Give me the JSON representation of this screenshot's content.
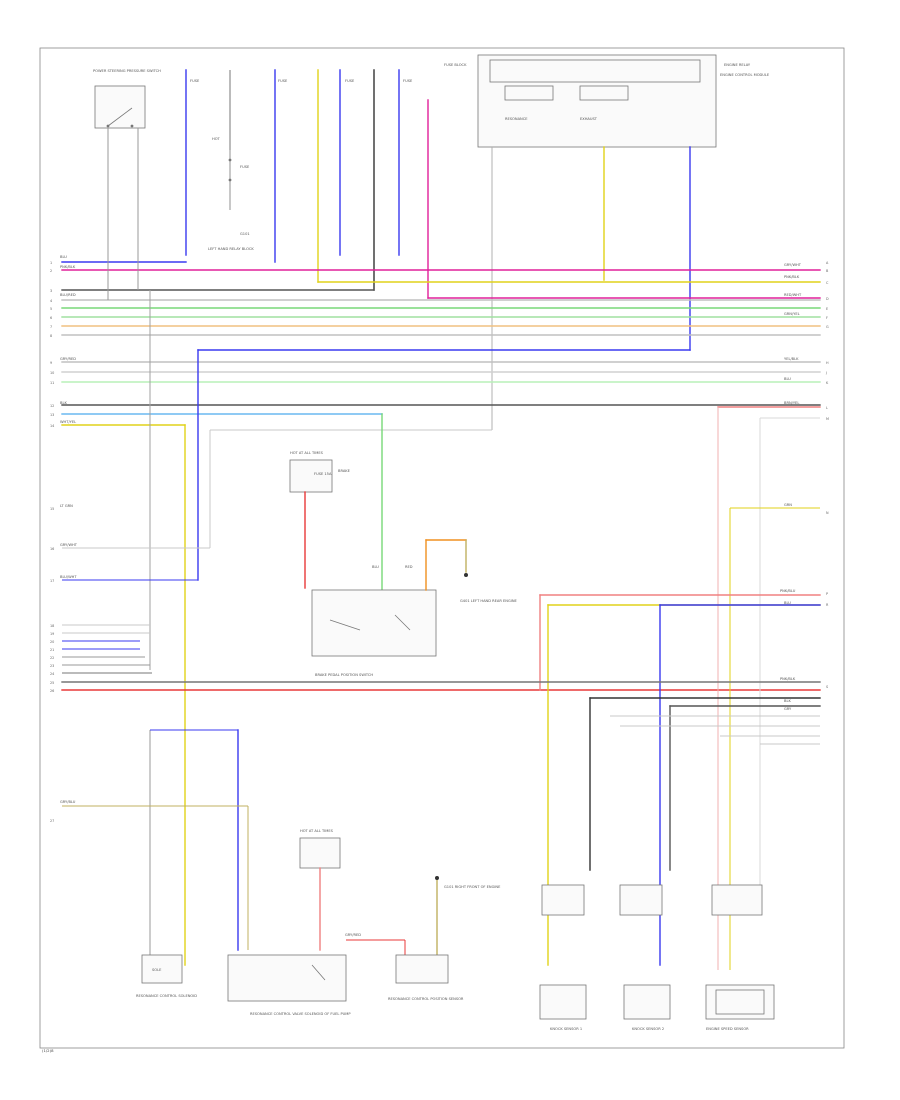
{
  "colors": {
    "blue": "#3a3af0",
    "pink": "#e0209a",
    "red": "#e83838",
    "yellow": "#e0d21a",
    "green": "#78d878",
    "gray": "#a0a0a0",
    "dark": "#333333",
    "lightblue": "#6ab8f0",
    "orange": "#f09020",
    "salmon": "#f08080",
    "olive": "#c0b060",
    "lightgray": "#c8c8c8"
  },
  "labels": {
    "page_ref": "(1/2)8",
    "left_sensor": "POWER STEERING PRESSURE SWITCH",
    "fuse_block_top": "FUSE BLOCK",
    "engine_relay": "ENGINE RELAY",
    "left_hand_relay": "LEFT HAND RELAY BLOCK",
    "brake_relay_label": "BRAKE PEDAL POSITION SWITCH",
    "ground_a": "G401 LEFT HAND REAR ENGINE",
    "ground_b": "G101 RIGHT FRONT OF ENGINE",
    "hot_at_all": "HOT AT ALL TIMES",
    "fuse_15a": "FUSE 15A",
    "comp_bottom_1": "RESONANCE CONTROL SOLENOID",
    "comp_bottom_2": "RESONANCE CONTROL VALVE SOLENOID OF FUEL PUMP",
    "comp_bottom_3": "RESONANCE CONTROL POSITION SENSOR",
    "comp_bottom_4": "KNOCK SENSOR 1",
    "comp_bottom_5": "KNOCK SENSOR 2",
    "comp_bottom_6": "ENGINE SPEED SENSOR",
    "ecu_right": "ENGINE CONTROL MODULE",
    "wire_blu": "BLU",
    "wire_pnk": "PNK/BLK",
    "wire_yel": "YEL/BLK",
    "wire_grn": "GRN/YEL",
    "wire_gry": "GRY/WHT",
    "wire_red": "RED/WHT",
    "wire_brn": "BRN/YEL"
  }
}
